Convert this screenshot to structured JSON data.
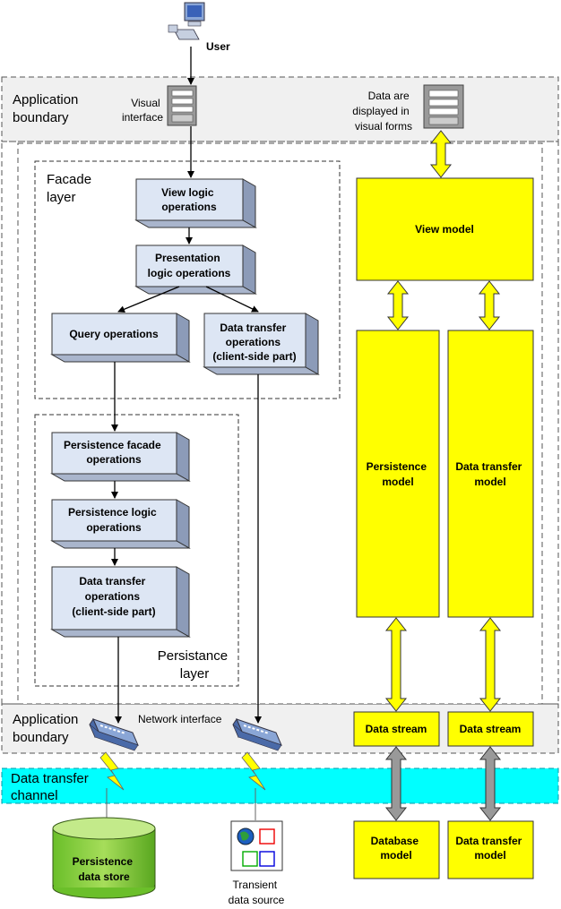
{
  "user": {
    "label": "User"
  },
  "boundaries": {
    "top_label": [
      "Application",
      "boundary"
    ],
    "bottom_label": [
      "Application",
      "boundary"
    ]
  },
  "visual_interface": {
    "label": [
      "Visual",
      "interface"
    ]
  },
  "data_display": {
    "label": [
      "Data are",
      "displayed in",
      "visual forms"
    ]
  },
  "facade": {
    "title": [
      "Facade",
      "layer"
    ],
    "view_logic": [
      "View logic",
      "operations"
    ],
    "presentation_logic": [
      "Presentation",
      "logic operations"
    ],
    "query": [
      "Query operations"
    ],
    "data_transfer": [
      "Data transfer",
      "operations",
      "(client-side part)"
    ]
  },
  "persistence": {
    "title": [
      "Persistance",
      "layer"
    ],
    "facade_ops": [
      "Persistence facade",
      "operations"
    ],
    "logic_ops": [
      "Persistence logic",
      "operations"
    ],
    "data_transfer": [
      "Data transfer",
      "operations",
      "(client-side part)"
    ]
  },
  "models": {
    "view_model": "View model",
    "persistence_model": [
      "Persistence",
      "model"
    ],
    "data_transfer_model": [
      "Data transfer",
      "model"
    ],
    "data_stream_1": "Data stream",
    "data_stream_2": "Data stream",
    "database_model": [
      "Database",
      "model"
    ],
    "data_transfer_model_bottom": [
      "Data transfer",
      "model"
    ]
  },
  "network_interface": {
    "label": "Network interface"
  },
  "channel": {
    "label": [
      "Data transfer",
      "channel"
    ]
  },
  "persistence_store": {
    "label": [
      "Persistence",
      "data store"
    ]
  },
  "transient_source": {
    "label": [
      "Transient",
      "data source"
    ]
  },
  "colors": {
    "yellow": "#ffff00",
    "cyan": "#00ffff",
    "box_face": "#dde6f4",
    "band": "#f0f0f0",
    "db_green": "#a6dd5a"
  }
}
